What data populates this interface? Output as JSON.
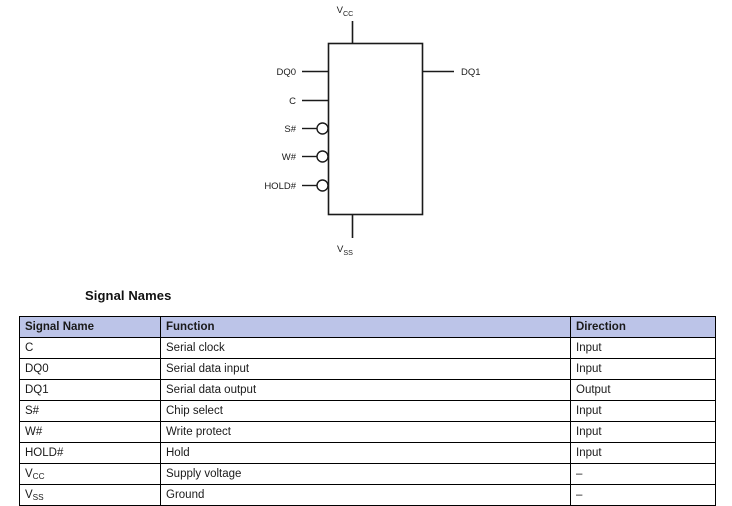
{
  "diagram": {
    "name": "serial-flash-logic-diagram",
    "power_pin_top": {
      "label": "VCC",
      "base": "V",
      "sub": "CC"
    },
    "power_pin_bottom": {
      "label": "VSS",
      "base": "V",
      "sub": "SS"
    },
    "left_pins": [
      {
        "label": "DQ0",
        "bubble": false
      },
      {
        "label": "C",
        "bubble": false
      },
      {
        "label": "S#",
        "bubble": true
      },
      {
        "label": "W#",
        "bubble": true
      },
      {
        "label": "HOLD#",
        "bubble": true
      }
    ],
    "right_pins": [
      {
        "label": "DQ1",
        "bubble": false
      }
    ]
  },
  "section": {
    "heading": "Signal Names"
  },
  "table": {
    "headers": [
      "Signal Name",
      "Function",
      "Direction"
    ],
    "rows": [
      {
        "signal": "C",
        "sub": "",
        "function": "Serial clock",
        "direction": "Input"
      },
      {
        "signal": "DQ0",
        "sub": "",
        "function": "Serial data input",
        "direction": "Input"
      },
      {
        "signal": "DQ1",
        "sub": "",
        "function": "Serial data output",
        "direction": "Output"
      },
      {
        "signal": "S#",
        "sub": "",
        "function": "Chip select",
        "direction": "Input"
      },
      {
        "signal": "W#",
        "sub": "",
        "function": "Write protect",
        "direction": "Input"
      },
      {
        "signal": "HOLD#",
        "sub": "",
        "function": "Hold",
        "direction": "Input"
      },
      {
        "signal": "V",
        "sub": "CC",
        "function": "Supply voltage",
        "direction": "–"
      },
      {
        "signal": "V",
        "sub": "SS",
        "function": "Ground",
        "direction": "–"
      }
    ]
  },
  "colors": {
    "header_fill": "#bcc4e8",
    "border": "#000000",
    "text": "#1a1a1a",
    "page_background": "#ffffff"
  }
}
